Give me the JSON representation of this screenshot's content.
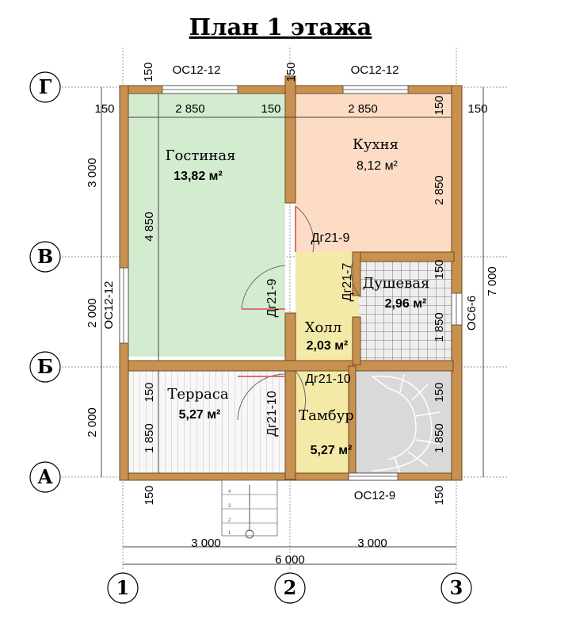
{
  "title": "План 1 этажа",
  "axes": {
    "rows": [
      "Г",
      "В",
      "Б",
      "А"
    ],
    "cols": [
      "1",
      "2",
      "3"
    ]
  },
  "rooms": {
    "living": {
      "name": "Гостиная",
      "area": "13,82 м²"
    },
    "kitchen": {
      "name": "Кухня",
      "area": "8,12 м²"
    },
    "shower": {
      "name": "Душевая",
      "area": "2,96 м²"
    },
    "hall": {
      "name": "Холл",
      "area": "2,03 м²"
    },
    "terrace": {
      "name": "Терраса",
      "area": "5,27 м²"
    },
    "vestibule": {
      "name": "Тамбур",
      "area": "5,27 м²"
    }
  },
  "windows": {
    "top_left": "ОС12-12",
    "top_right": "ОС12-12",
    "left": "ОС12-12",
    "right": "ОС6-6",
    "bottom": "ОС12-9"
  },
  "doors": {
    "kitchen": "Дг21-9",
    "living": "Дг21-9",
    "shower": "Дг21-7",
    "vestibule": "Дг21-10",
    "terrace": "Дг21-10"
  },
  "dims": {
    "top_left_wall": "150",
    "top_right_wall": "150",
    "wall_150": "150",
    "span_2850": "2 850",
    "height_4850": "4 850",
    "height_1850": "1 850",
    "row_3000": "3 000",
    "row_2000": "2 000",
    "col_3000": "3 000",
    "total_6000": "6 000",
    "total_7000": "7 000"
  },
  "stair_steps": [
    "4",
    "3",
    "2",
    "1"
  ],
  "colors": {
    "living": "#d3ecd0",
    "kitchen": "#fcdcc4",
    "hall": "#f3eaa8",
    "shower": "#e8e8e8",
    "terrace": "#f6f6f6",
    "stairs": "#d9d9d9",
    "wall": "#c8914f"
  }
}
